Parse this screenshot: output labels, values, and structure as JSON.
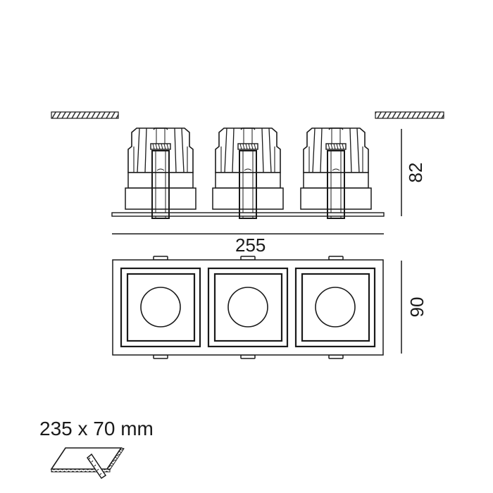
{
  "drawing": {
    "title": "Triple square recessed downlight - technical drawing",
    "stroke_color": "#1a1a1a",
    "side_view": {
      "fixture_count": 3,
      "dimension_width": "255",
      "dimension_height": "82"
    },
    "top_view": {
      "fixture_count": 3,
      "dimension_depth": "90"
    },
    "cutout": {
      "label": "235 x 70 mm",
      "icon": "ceiling-cutout-saw-icon"
    }
  }
}
